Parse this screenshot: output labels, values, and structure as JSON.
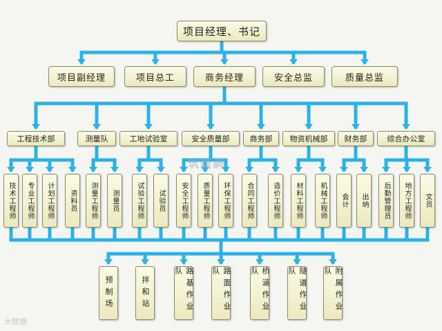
{
  "colors": {
    "connector": "#2ab2e8",
    "box_fill": "#f3f1cf",
    "box_border": "#8a8a70"
  },
  "top": "项目经理、书记",
  "level2": [
    "项目副经理",
    "项目总工",
    "商务经理",
    "安全总监",
    "质量总监"
  ],
  "departments": [
    {
      "name": "工程技术部",
      "roles": [
        "技术工程师",
        "专业工程师",
        "计划工程师",
        "资料员"
      ]
    },
    {
      "name": "测量队",
      "roles": [
        "测量工程师",
        "测量员"
      ]
    },
    {
      "name": "工地试验室",
      "roles": [
        "试验工程师",
        "试验员"
      ]
    },
    {
      "name": "安全质量部",
      "roles": [
        "安全工程师",
        "质量工程师",
        "环保工程师"
      ]
    },
    {
      "name": "商务部",
      "roles": [
        "合同工程师",
        "造价工程师"
      ]
    },
    {
      "name": "物资机械部",
      "roles": [
        "材料工程师",
        "机械工程师"
      ]
    },
    {
      "name": "财务部",
      "roles": [
        "会计",
        "出纳"
      ]
    },
    {
      "name": "综合办公室",
      "roles": [
        "后勤管理员",
        "地方工程师",
        "文员"
      ]
    }
  ],
  "work_units": [
    "预制场",
    "拌和站",
    "路基作业队",
    "路面作业队",
    "桥涵作业队",
    "隧道作业队",
    "附属作业队"
  ],
  "watermark": "筑龍網",
  "credit": "大数据"
}
